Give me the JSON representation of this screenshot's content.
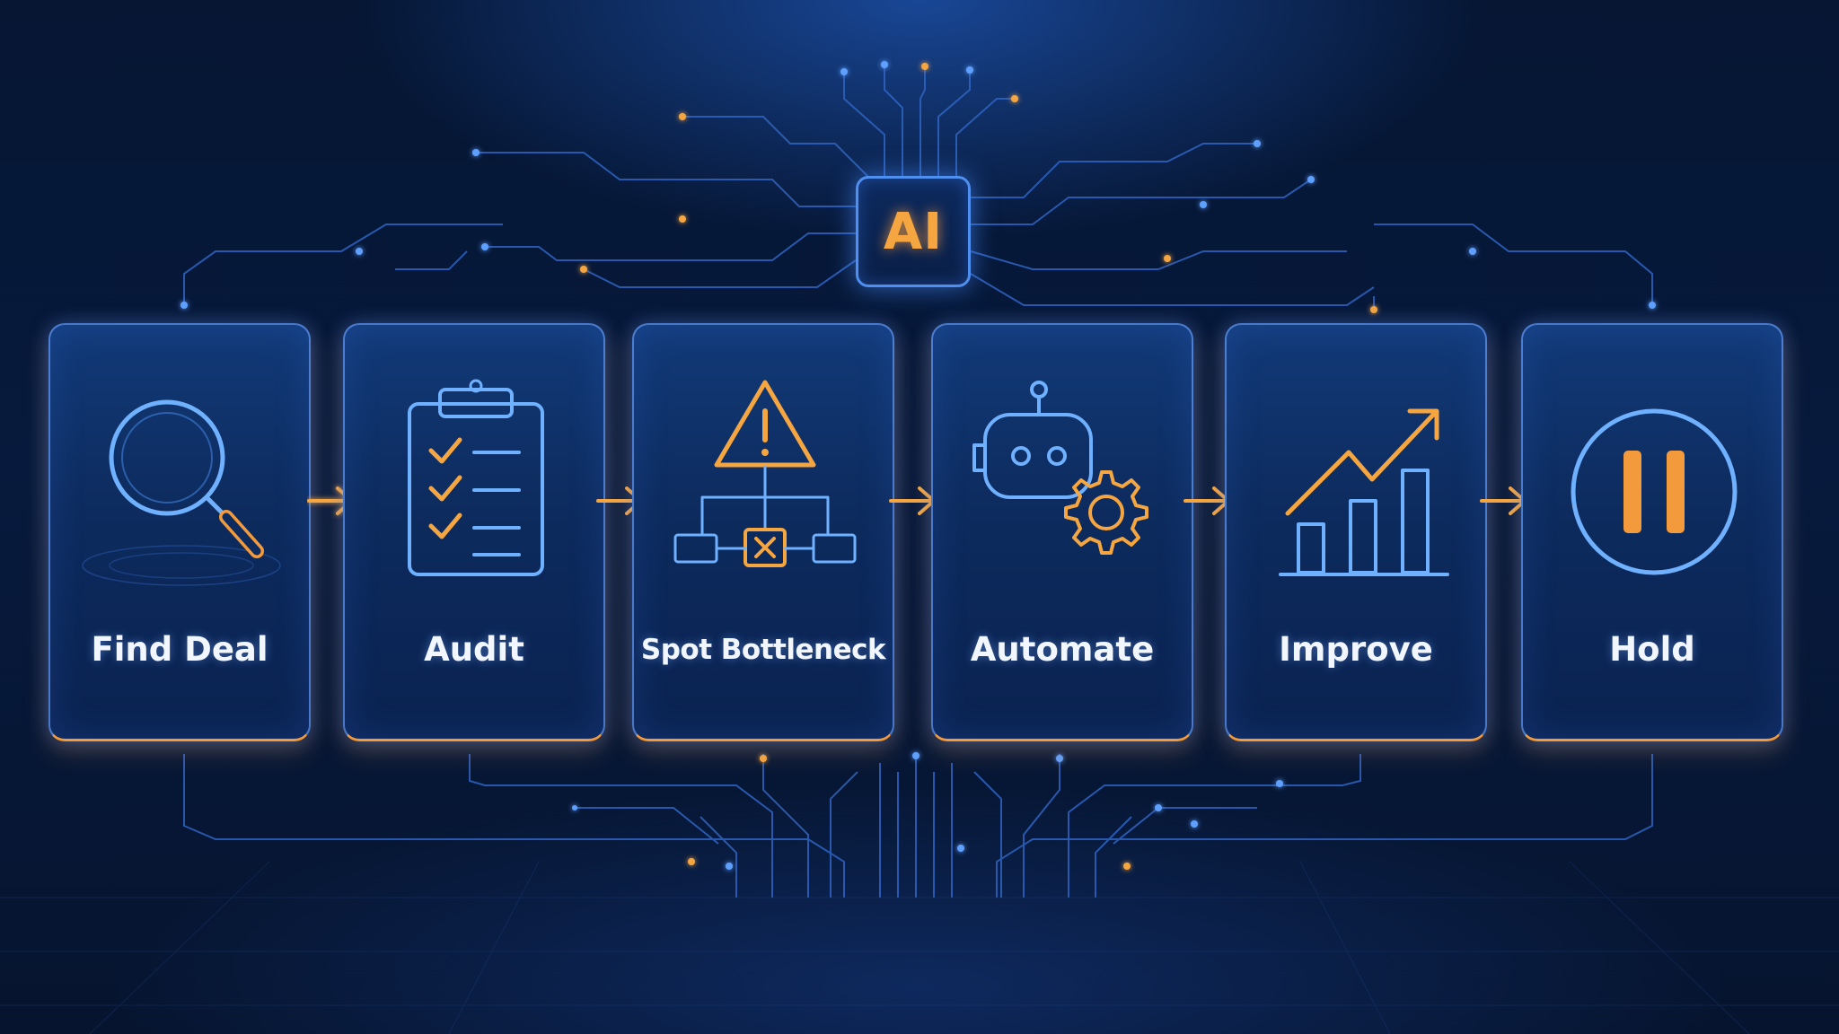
{
  "ai_chip": {
    "label": "AI"
  },
  "steps": [
    {
      "label": "Find Deal",
      "icon": "magnifying-glass-icon"
    },
    {
      "label": "Audit",
      "icon": "clipboard-checklist-icon"
    },
    {
      "label": "Spot Bottleneck",
      "icon": "warning-flowchart-icon"
    },
    {
      "label": "Automate",
      "icon": "robot-gear-icon"
    },
    {
      "label": "Improve",
      "icon": "growth-chart-icon"
    },
    {
      "label": "Hold",
      "icon": "pause-icon"
    }
  ],
  "colors": {
    "background": "#061633",
    "accent_blue": "#4f8ff0",
    "accent_orange": "#f29a3c",
    "text": "#f2f6ff"
  }
}
